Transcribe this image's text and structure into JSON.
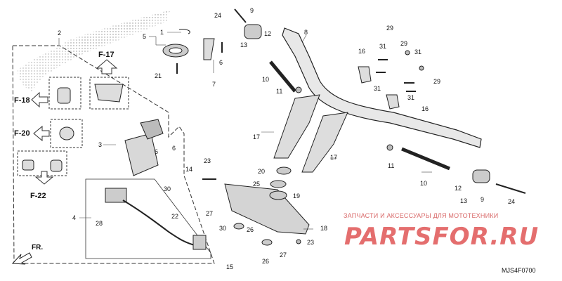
{
  "diagram": {
    "code": "MJS4F0700",
    "front_label": "FR.",
    "watermark": {
      "caption": "ЗАПЧАСТИ И АКСЕССУАРЫ ДЛЯ МОТОТЕХНИКИ",
      "logo_text": "PARTSFOR.RU",
      "color": "#e05555"
    },
    "figure_refs": [
      "F-17",
      "F-18",
      "F-20",
      "F-22"
    ],
    "callouts": [
      "1",
      "2",
      "3",
      "4",
      "5",
      "6",
      "6",
      "6",
      "7",
      "8",
      "9",
      "9",
      "10",
      "10",
      "11",
      "11",
      "12",
      "12",
      "13",
      "13",
      "14",
      "15",
      "16",
      "16",
      "17",
      "17",
      "18",
      "19",
      "20",
      "21",
      "22",
      "23",
      "23",
      "24",
      "24",
      "25",
      "26",
      "26",
      "27",
      "27",
      "28",
      "29",
      "29",
      "29",
      "30",
      "30",
      "31",
      "31",
      "31",
      "31"
    ]
  }
}
